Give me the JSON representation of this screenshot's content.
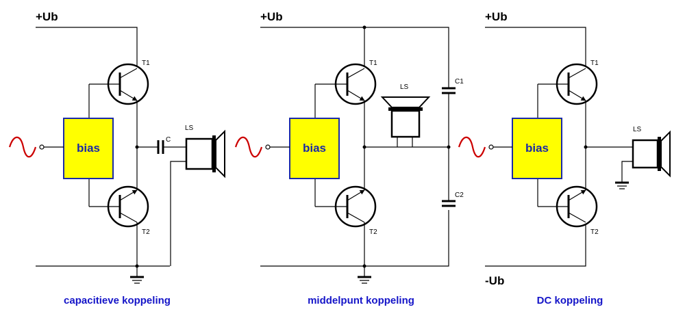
{
  "circuits": [
    {
      "caption": "capacitieve koppeling",
      "supply_top": "+Ub",
      "transistor_top": "T1",
      "transistor_bottom": "T2",
      "bias": "bias",
      "capacitor": "C",
      "speaker": "LS"
    },
    {
      "caption": "middelpunt koppeling",
      "supply_top": "+Ub",
      "transistor_top": "T1",
      "transistor_bottom": "T2",
      "bias": "bias",
      "capacitor_top": "C1",
      "capacitor_bottom": "C2",
      "speaker": "LS"
    },
    {
      "caption": "DC koppeling",
      "supply_top": "+Ub",
      "supply_bottom": "-Ub",
      "transistor_top": "T1",
      "transistor_bottom": "T2",
      "bias": "bias",
      "speaker": "LS"
    }
  ],
  "colors": {
    "bias_fill": "#ffff00",
    "bias_border": "#1b2aa6",
    "signal": "#cc0000",
    "caption": "#1414c8"
  }
}
